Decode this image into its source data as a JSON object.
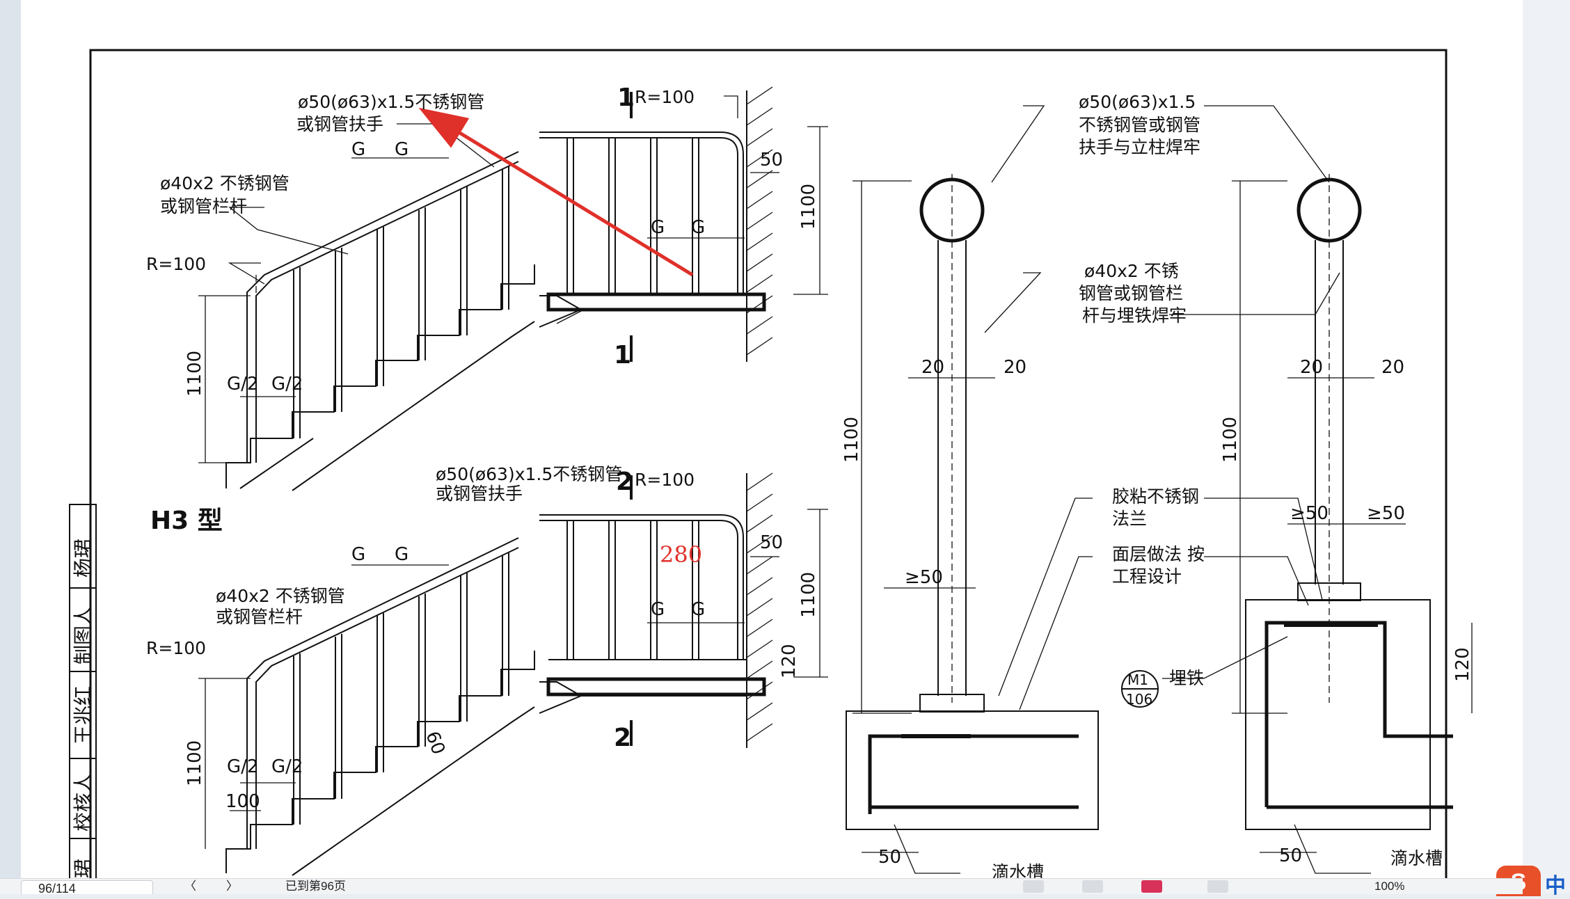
{
  "drawing": {
    "labels": {
      "rail_spec_top": "ø50(ø63)x1.5不锈钢管",
      "rail_spec_top_2": "或钢管扶手",
      "rail_spec_mid": "ø50(ø63)x1.5不锈钢管",
      "rail_spec_mid_2": "或钢管扶手",
      "baluster_top": "ø40x2 不锈钢管",
      "baluster_top_2": "或钢管栏杆",
      "baluster_bot": "ø40x2 不锈钢管",
      "baluster_bot_2": "或钢管栏杆",
      "r100_a": "R=100",
      "r100_b": "R=100",
      "r100_c": "R=100",
      "r100_d": "R=100",
      "type_h3": "H3 型",
      "sec1_top": "1",
      "sec1_bot": "1",
      "sec2_top": "2",
      "sec2_bot": "2",
      "g": "G",
      "g_half": "G/2",
      "dim_1100": "1100",
      "dim_50": "50",
      "dim_120": "120",
      "dim_100": "100",
      "dim_60": "60",
      "dim_20": "20",
      "dim_ge50": "≥50",
      "red_note": "280",
      "right_rail_1": "ø50(ø63)x1.5",
      "right_rail_2": "不锈钢管或钢管",
      "right_rail_3": "扶手与立柱焊牢",
      "right_bal_1": "ø40x2  不锈",
      "right_bal_2": "钢管或钢管栏",
      "right_bal_3": "杆与埋铁焊牢",
      "flange_1": "胶粘不锈钢",
      "flange_2": "法兰",
      "surface_1": "面层做法 按",
      "surface_2": "工程设计",
      "embed": "埋铁",
      "m1": "M1",
      "m1_num": "106",
      "drip": "滴水槽"
    },
    "titleblock": [
      "杨珺",
      "制图人",
      "王兆红",
      "校核人",
      "珺"
    ]
  },
  "toolbar": {
    "page_field": "96/114",
    "prev_label": "〈",
    "next_label": "〉",
    "goto_label": "已到第96页",
    "zoom_label": "100%"
  },
  "colors": {
    "arrow": "#e0302a",
    "note": "#e0302a",
    "logo": "#e8502a"
  }
}
